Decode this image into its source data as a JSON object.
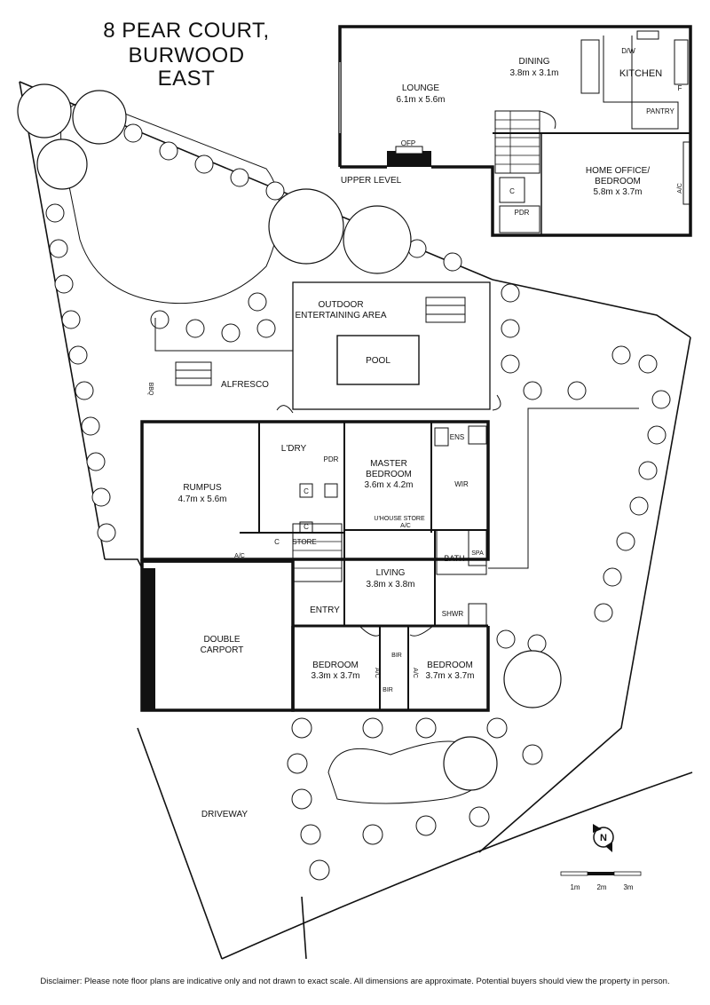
{
  "title": {
    "line1": "8 PEAR COURT,",
    "line2": "BURWOOD EAST"
  },
  "upper_level": {
    "caption": "UPPER LEVEL",
    "lounge": {
      "name": "LOUNGE",
      "dims": "6.1m x 5.6m"
    },
    "dining": {
      "name": "DINING",
      "dims": "3.8m x 3.1m"
    },
    "kitchen": "KITCHEN",
    "dishwasher": "D/W",
    "fridge": "F",
    "pantry": "PANTRY",
    "fireplace": "OFP",
    "home_office": {
      "name": "HOME OFFICE/",
      "name2": "BEDROOM",
      "dims": "5.8m x 3.7m"
    },
    "aircon": "A/C",
    "cupboard": "C",
    "powder": "PDR"
  },
  "ground_level": {
    "outdoor": {
      "line1": "OUTDOOR",
      "line2": "ENTERTAINING AREA"
    },
    "pool": "POOL",
    "alfresco": "ALFRESCO",
    "bbq": "BBQ",
    "rumpus": {
      "name": "RUMPUS",
      "dims": "4.7m x 5.6m"
    },
    "laundry": "L'DRY",
    "powder": "PDR",
    "cupboard": "C",
    "store": "STORE",
    "aircon": "A/C",
    "master": {
      "name": "MASTER",
      "name2": "BEDROOM",
      "dims": "3.6m x 4.2m"
    },
    "ensuite": "ENS",
    "wir": "WIR",
    "underhouse": "U'HOUSE STORE",
    "living": {
      "name": "LIVING",
      "dims": "3.8m x 3.8m"
    },
    "bath": "BATH",
    "spa": "SPA",
    "shower": "SHWR",
    "entry": "ENTRY",
    "carport": {
      "line1": "DOUBLE",
      "line2": "CARPORT"
    },
    "bedroom_left": {
      "name": "BEDROOM",
      "dims": "3.3m x 3.7m"
    },
    "bedroom_right": {
      "name": "BEDROOM",
      "dims": "3.7m x 3.7m"
    },
    "bir": "BIR",
    "driveway": "DRIVEWAY"
  },
  "compass": "N",
  "scale": {
    "m1": "1m",
    "m2": "2m",
    "m3": "3m"
  },
  "disclaimer": "Disclaimer: Please note floor plans are indicative only and not drawn to exact scale. All dimensions are approximate. Potential buyers should view the property in person."
}
